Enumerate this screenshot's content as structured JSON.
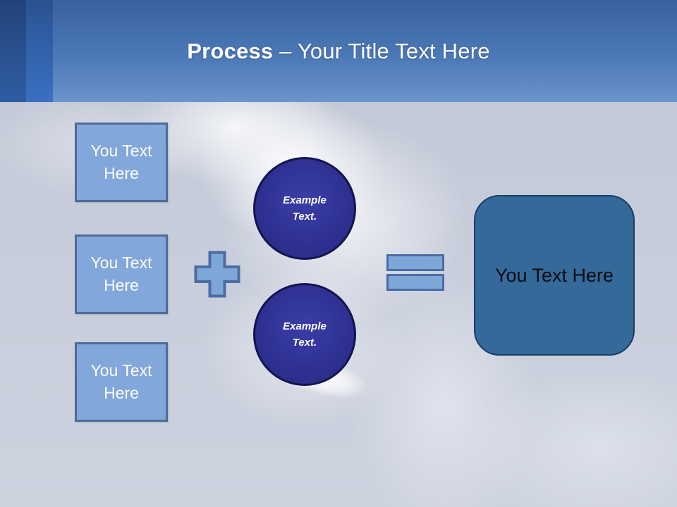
{
  "header": {
    "title_bold": "Process",
    "title_rest": "– Your Title Text Here"
  },
  "diagram": {
    "input_boxes": [
      {
        "label": "You Text Here"
      },
      {
        "label": "You Text Here"
      },
      {
        "label": "You Text Here"
      }
    ],
    "operators": [
      {
        "type": "plus"
      },
      {
        "type": "equals"
      }
    ],
    "circles": [
      {
        "label": "Example Text."
      },
      {
        "label": "Example Text."
      }
    ],
    "result_box": {
      "label": "You Text Here"
    }
  },
  "colors": {
    "header_gradient_top": "#39609f",
    "header_gradient_bottom": "#6b94cc",
    "accent_stripe_dark": "#2e5da2",
    "accent_stripe_light": "#3a70c2",
    "shape_light_blue_fill": "#7da7d9",
    "shape_light_blue_border": "#4b6da1",
    "input_box_fill": "#82a7da",
    "input_box_border": "#4e6b99",
    "circle_fill": "#2e3192",
    "circle_border": "#14144e",
    "result_box_fill": "#35699a",
    "result_box_border": "#173f66",
    "title_text": "#ffffff",
    "body_background": "#ccd2df"
  }
}
